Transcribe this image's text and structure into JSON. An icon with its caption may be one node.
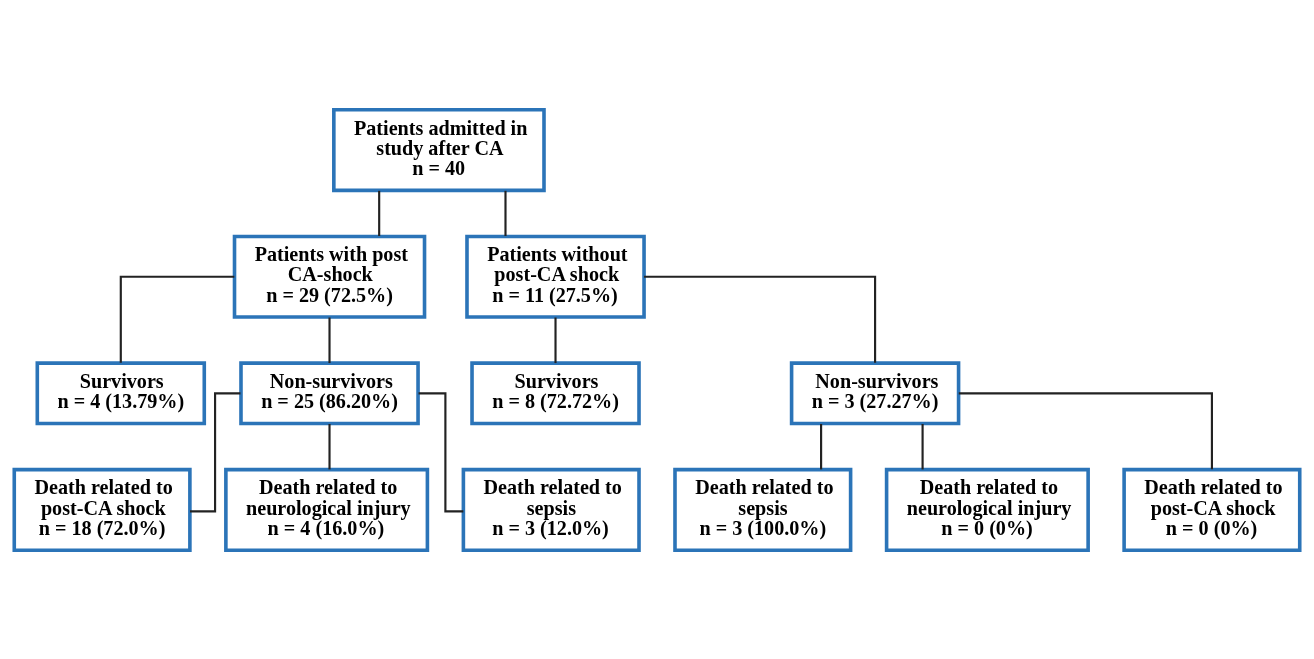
{
  "diagram": {
    "nodes": [
      {
        "text": [
          "Patients admitted in study after CA",
          "n = 40"
        ]
      },
      {
        "text": [
          "Patients with post CA-shock",
          "n = 29 (72.5%)"
        ]
      },
      {
        "text": [
          "Patients without post-CA shock",
          "n = 11 (27.5%)"
        ]
      },
      {
        "text": [
          "Survivors",
          "n = 4 (13.79%)"
        ]
      },
      {
        "text": [
          "Non-survivors",
          "n = 25 (86.20%)"
        ]
      },
      {
        "text": [
          "Survivors",
          "n = 8 (72.72%)"
        ]
      },
      {
        "text": [
          "Non-survivors",
          "n = 3 (27.27%)"
        ]
      },
      {
        "text": [
          "Death related to post-CA shock",
          "n = 18 (72.0%)"
        ]
      },
      {
        "text": [
          "Death related to neurological injury",
          "n = 4 (16.0%)"
        ]
      },
      {
        "text": [
          "Death related to sepsis",
          "n = 3 (12.0%)"
        ]
      },
      {
        "text": [
          "Death related to sepsis",
          "n = 3 (100.0%)"
        ]
      },
      {
        "text": [
          "Death related to neurological injury",
          "n = 0 (0%)"
        ]
      },
      {
        "text": [
          "Death related to post-CA shock",
          "n = 0 (0%)"
        ]
      }
    ],
    "edges": [
      {
        "from": 0,
        "to": 1,
        "arrow": "none"
      },
      {
        "from": 0,
        "to": 2,
        "arrow": "none"
      },
      {
        "from": 1,
        "to": 4,
        "arrow": "none"
      },
      {
        "from": 1,
        "to": 3,
        "arrow": "none"
      },
      {
        "from": 2,
        "to": 5,
        "arrow": "none"
      },
      {
        "from": 2,
        "to": 6,
        "arrow": "none"
      },
      {
        "from": 4,
        "to": 7,
        "arrow": "none"
      },
      {
        "from": 4,
        "to": 8,
        "arrow": "none"
      },
      {
        "from": 4,
        "to": 9,
        "arrow": "none"
      },
      {
        "from": 6,
        "to": 10,
        "arrow": "none"
      },
      {
        "from": 6,
        "to": 11,
        "arrow": "none"
      },
      {
        "from": 6,
        "to": 12,
        "arrow": "none"
      }
    ]
  }
}
